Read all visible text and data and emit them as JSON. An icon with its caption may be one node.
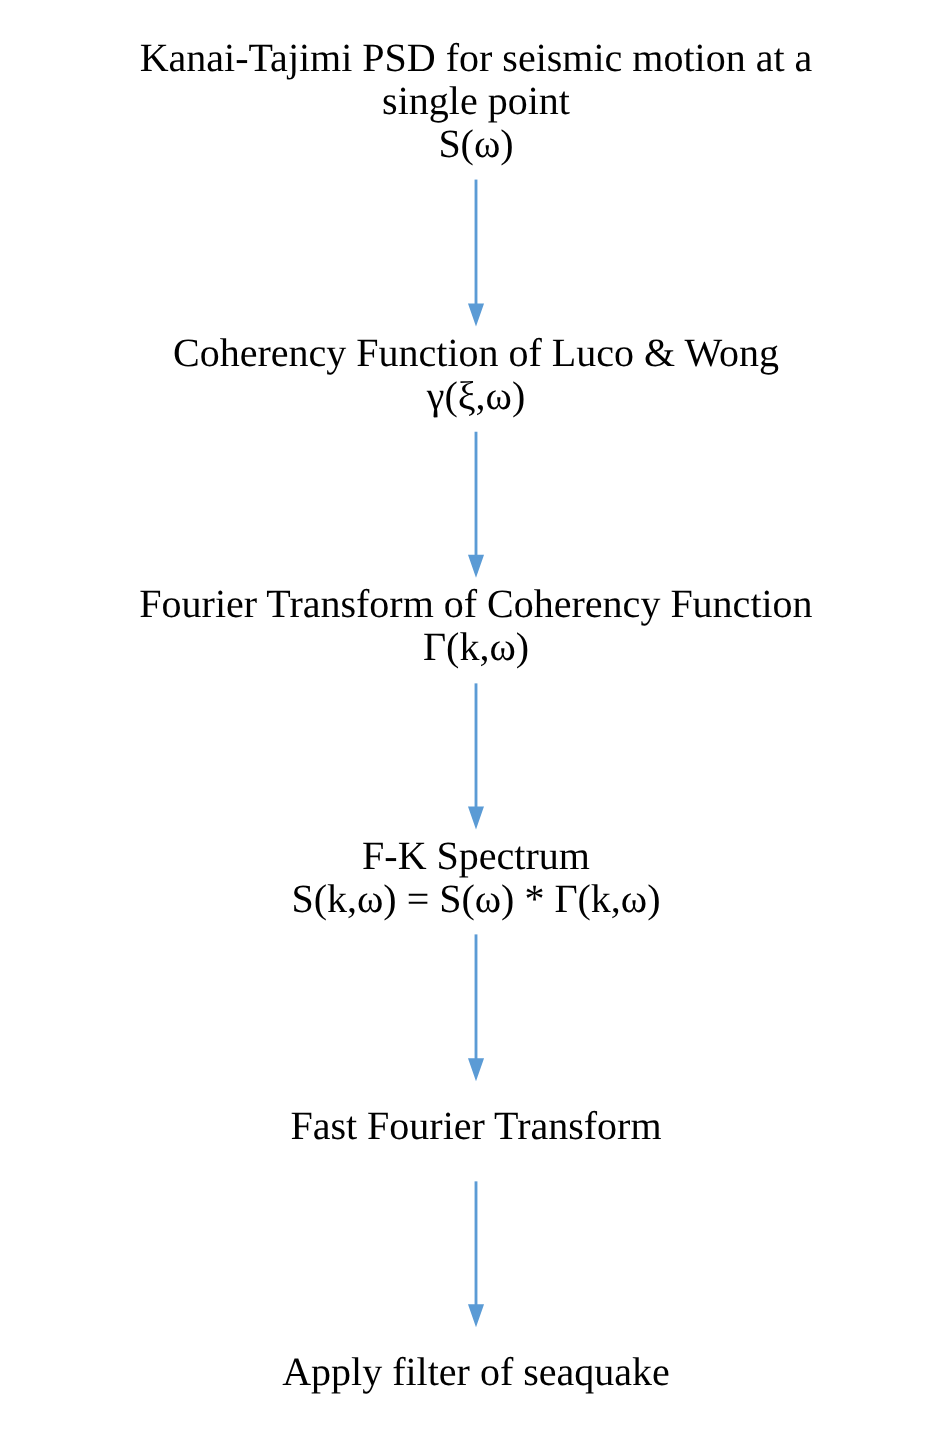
{
  "diagram": {
    "nodes": [
      {
        "text": [
          "Kanai-Tajimi PSD for seismic motion at a single point",
          "S(ω)"
        ]
      },
      {
        "text": [
          "Coherency Function of Luco & Wong",
          "γ(ξ,ω)"
        ]
      },
      {
        "text": [
          "Fourier Transform of Coherency Function",
          "Γ(k,ω)"
        ]
      },
      {
        "text": [
          "F-K Spectrum",
          "S(k,ω) = S(ω) * Γ(k,ω)"
        ]
      },
      {
        "text": [
          "Fast Fourier Transform"
        ]
      },
      {
        "text": [
          "Apply filter of seaquake"
        ]
      }
    ],
    "edges": [
      {
        "from": 0,
        "to": 1,
        "arrow": "to"
      },
      {
        "from": 1,
        "to": 2,
        "arrow": "to"
      },
      {
        "from": 2,
        "to": 3,
        "arrow": "to"
      },
      {
        "from": 3,
        "to": 4,
        "arrow": "to"
      },
      {
        "from": 4,
        "to": 5,
        "arrow": "to"
      }
    ]
  }
}
